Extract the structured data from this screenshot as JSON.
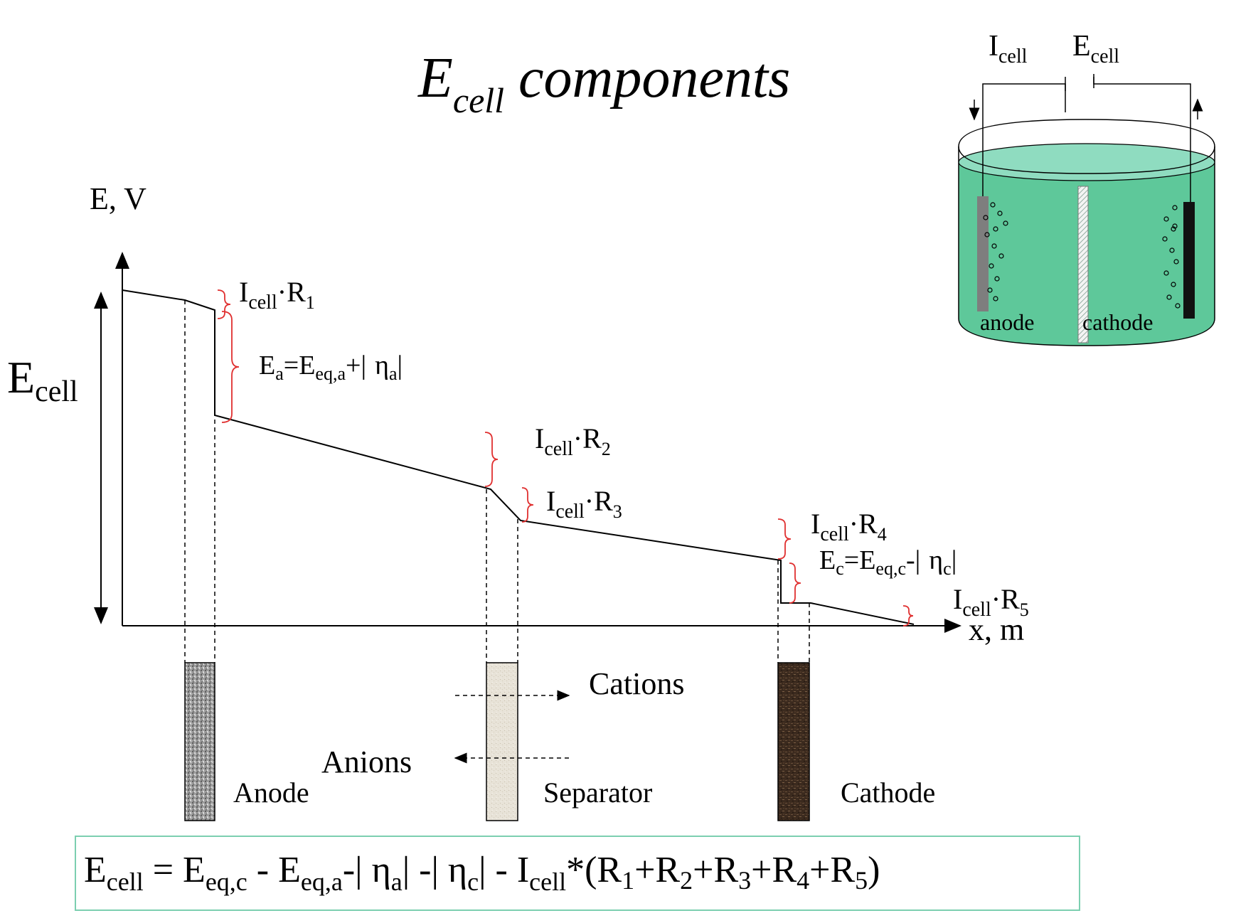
{
  "title": {
    "main": "E",
    "sub": "cell",
    "rest": " components"
  },
  "axes": {
    "y_label": "E, V",
    "x_label": "x, m",
    "ecell": {
      "main": "E",
      "sub": "cell"
    }
  },
  "labels": {
    "r1": {
      "i": "I",
      "sub": "cell",
      "rest": "·R",
      "n": "1"
    },
    "r2": {
      "i": "I",
      "sub": "cell",
      "rest": "·R",
      "n": "2"
    },
    "r3": {
      "i": "I",
      "sub": "cell",
      "rest": "·R",
      "n": "3"
    },
    "r4": {
      "i": "I",
      "sub": "cell",
      "rest": "·R",
      "n": "4"
    },
    "r5": {
      "i": "I",
      "sub": "cell",
      "rest": "·R",
      "n": "5"
    },
    "ea": {
      "e": "E",
      "a": "a",
      "eq": "=E",
      "eqsub": "eq,a",
      "plus": "+|",
      "eta": "η",
      "etasub": "a",
      "bar": "|"
    },
    "ec": {
      "e": "E",
      "c": "c",
      "eq": "=E",
      "eqsub": "eq,c",
      "minus": "-|",
      "eta": "η",
      "etasub": "c",
      "bar": "|"
    }
  },
  "components": {
    "anode": "Anode",
    "separator": "Separator",
    "cathode": "Cathode",
    "cations": "Cations",
    "anions": "Anions"
  },
  "cell_inset": {
    "i_label": "I",
    "i_sub": "cell",
    "e_label": "E",
    "e_sub": "cell",
    "anode": "anode",
    "cathode": "cathode"
  },
  "equation": {
    "e": "E",
    "e_sub": "cell",
    "eq": " = E",
    "eqc_sub": "eq,c",
    "minus1": " - E",
    "eqa_sub": "eq,a",
    "part3": "-|  η",
    "eta_a_sub": "a",
    "part4": "|   -|    η",
    "eta_c_sub": "c",
    "part5": "|  - I",
    "icell_sub": "cell",
    "part6": "*(R",
    "r1": "1",
    "p2": "+R",
    "r2": "2",
    "p3": "+R",
    "r3": "3",
    "p4": "+R",
    "r4": "4",
    "p5": "+R",
    "r5": "5",
    "close": ")"
  },
  "colors": {
    "brace": "#e03030",
    "electrolyte": "#5ec89a",
    "electrolyte_top": "#8fdcc0",
    "equation_border": "#7ccfb0",
    "anode_fill": "#9a9a9a",
    "cathode_fill": "#3a2a1e",
    "separator_fill": "#e6e1d6"
  }
}
